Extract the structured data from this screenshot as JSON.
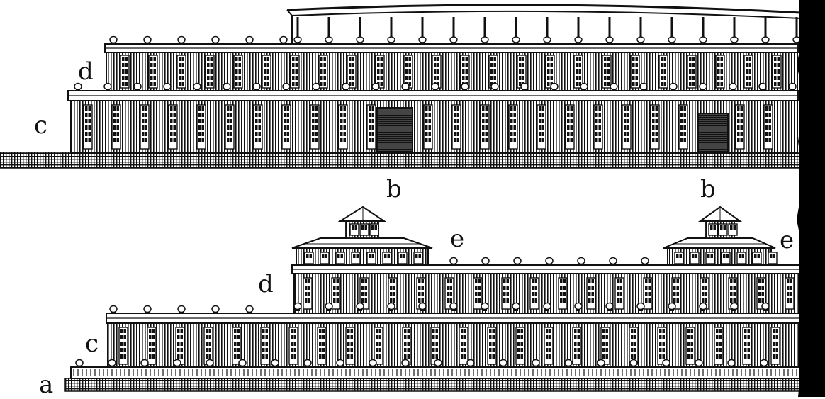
{
  "engraving": {
    "labels": {
      "upper_c": "c",
      "upper_d": "d",
      "mid_b_left": "b",
      "mid_b_right": "b",
      "lower_e_left": "e",
      "lower_e_right": "e",
      "lower_d": "d",
      "lower_c": "c",
      "lower_a": "a"
    },
    "colors": {
      "ink": "#111111",
      "paper": "#ffffff",
      "edge_shadow": "#000000"
    }
  }
}
